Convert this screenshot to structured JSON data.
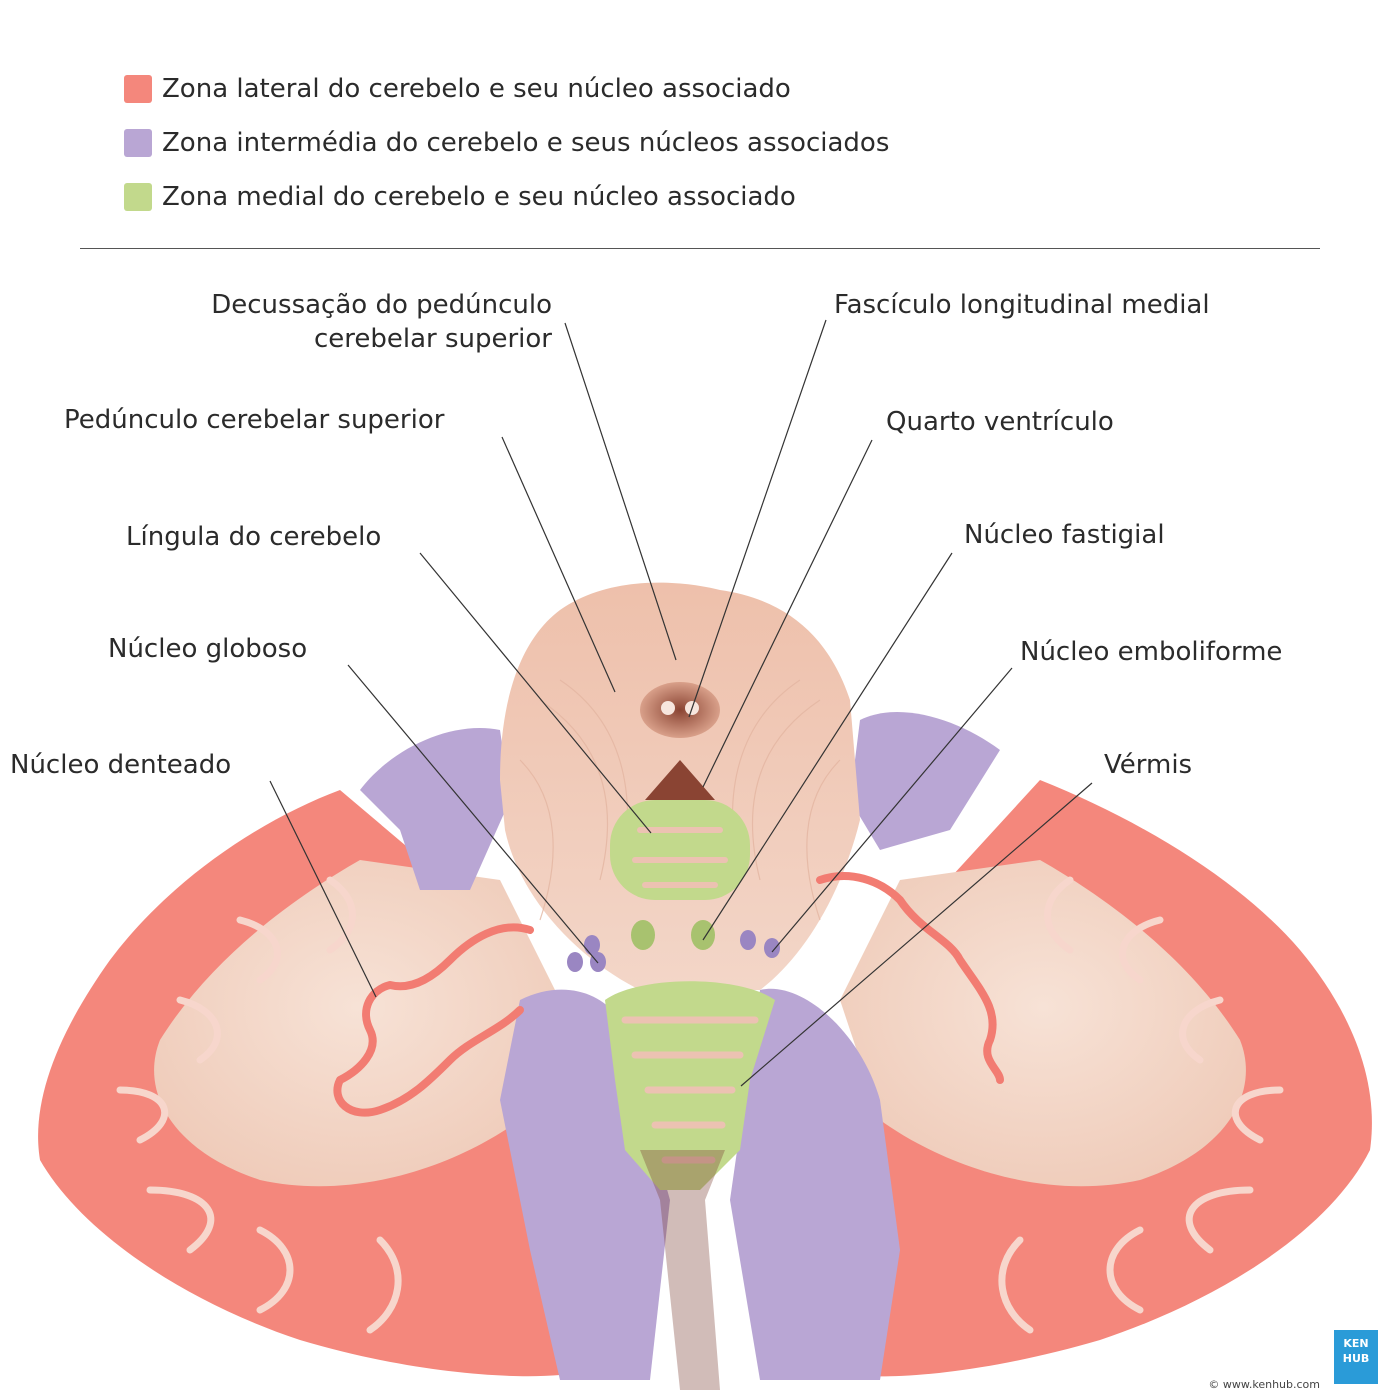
{
  "legend": [
    {
      "label": "Zona lateral do cerebelo e seu núcleo associado",
      "color": "#f4877c"
    },
    {
      "label": "Zona intermédia do cerebelo e seus núcleos associados",
      "color": "#b9a6d4"
    },
    {
      "label": "Zona medial do cerebelo e seu núcleo associado",
      "color": "#c2d98c"
    }
  ],
  "labels": {
    "decussacao_line1": "Decussação do pedúnculo",
    "decussacao_line2": "cerebelar superior",
    "fasciculo": "Fascículo longitudinal medial",
    "pedunculo": "Pedúnculo cerebelar superior",
    "quarto_ventriculo": "Quarto ventrículo",
    "lingula": "Língula do cerebelo",
    "fastigial": "Núcleo fastigial",
    "globoso": "Núcleo globoso",
    "emboliforme": "Núcleo emboliforme",
    "denteado": "Núcleo denteado",
    "vermis": "Vérmis"
  },
  "brand": {
    "logo_top": "KEN",
    "logo_bottom": "HUB",
    "copyright": "© www.kenhub.com"
  },
  "colors": {
    "lateral": "#f4877c",
    "intermediate": "#b9a6d4",
    "medial": "#c2d98c",
    "white_matter": "#f2d3c5",
    "brainstem": "#efc9b7",
    "brand": "#2a9bd8"
  }
}
